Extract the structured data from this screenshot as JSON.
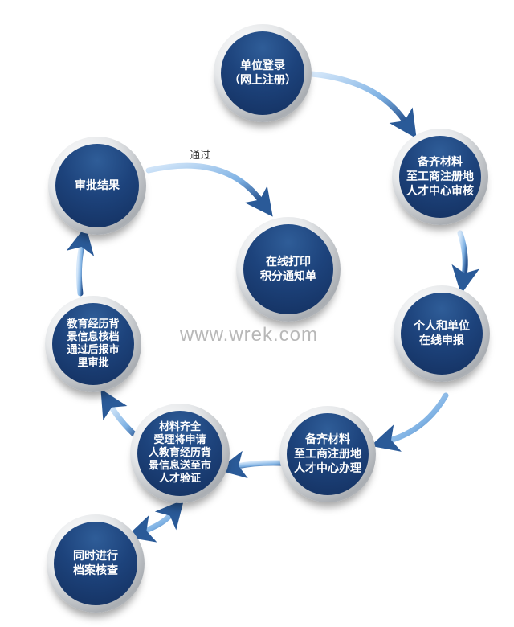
{
  "nodes": {
    "register": "单位登录\n（网上注册）",
    "review_materials": "备齐材料\n至工商注册地\n人才中心审核",
    "online_apply": "个人和单位\n在线申报",
    "handle_materials": "备齐材料\n至工商注册地\n人才中心办理",
    "accept_verify": "材料齐全\n受理将申请\n人教育经历背\n景信息送至市\n人才验证",
    "archive_check": "同时进行\n档案核查",
    "education_check": "教育经历背\n景信息核档\n通过后报市\n里审批",
    "approval_result": "审批结果",
    "print_notice": "在线打印\n积分通知单"
  },
  "pass_label": "通过",
  "watermark": "www.wrek.com",
  "colors": {
    "node_blue": "#1d437c",
    "arrow_blue": "#6fa6dc"
  }
}
